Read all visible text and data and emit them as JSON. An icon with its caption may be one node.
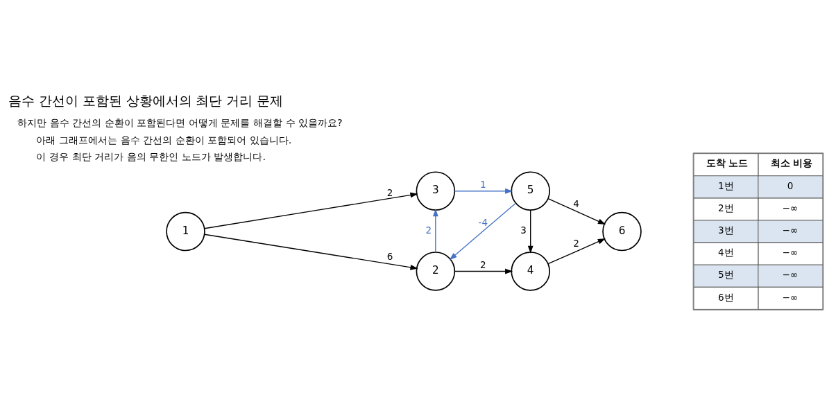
{
  "diagram": {
    "title": "음수 간선이 포함된 상황에서의 최단 거리 문제",
    "nodes": [
      {
        "text": [
          "1"
        ]
      },
      {
        "text": [
          "2"
        ]
      },
      {
        "text": [
          "3"
        ]
      },
      {
        "text": [
          "4"
        ]
      },
      {
        "text": [
          "5"
        ]
      },
      {
        "text": [
          "6"
        ]
      }
    ],
    "edges": [
      {
        "from": 0,
        "to": 1,
        "arrow": "to",
        "label": "6"
      },
      {
        "from": 0,
        "to": 2,
        "arrow": "to",
        "label": "2"
      },
      {
        "from": 1,
        "to": 3,
        "arrow": "to",
        "label": "2"
      },
      {
        "from": 1,
        "to": 2,
        "arrow": "to",
        "label": "2",
        "color": "#4472c4"
      },
      {
        "from": 4,
        "to": 1,
        "arrow": "to",
        "label": "-4",
        "color": "#4472c4"
      },
      {
        "from": 2,
        "to": 4,
        "arrow": "to",
        "label": "1",
        "color": "#4472c4"
      },
      {
        "from": 4,
        "to": 3,
        "arrow": "to",
        "label": "3"
      },
      {
        "from": 3,
        "to": 5,
        "arrow": "to",
        "label": "2"
      },
      {
        "from": 4,
        "to": 5,
        "arrow": "to",
        "label": "4"
      }
    ],
    "labels": [
      "하지만 음수 간선의 순환이 포함된다면 어떻게 문제를 해결할 수 있을까요?",
      "아래 그래프에서는 음수 간선의 순환이 포함되어 있습니다.",
      "이 경우 최단 거리가 음의 무한인 노드가 발생합니다.",
      "도착 노드",
      "최소 비용",
      "1번",
      "0",
      "2번",
      "−∞",
      "3번",
      "−∞",
      "4번",
      "−∞",
      "5번",
      "−∞",
      "6번",
      "−∞"
    ]
  }
}
